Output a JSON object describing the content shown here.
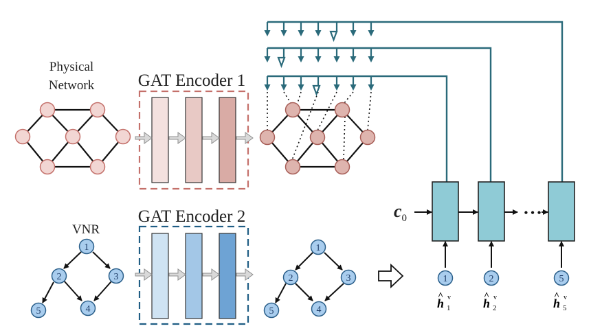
{
  "labels": {
    "physical_line1": "Physical",
    "physical_line2": "Network",
    "vnr": "VNR",
    "encoder1": "GAT Encoder 1",
    "encoder2": "GAT Encoder 2",
    "c0_main": "c",
    "c0_sub": "0",
    "ellipsis": "• • •"
  },
  "vnr_node_labels": [
    "1",
    "2",
    "3",
    "4",
    "5"
  ],
  "decoder_inputs": [
    {
      "node": "1",
      "h": "h",
      "sub": "1",
      "sup": "v"
    },
    {
      "node": "2",
      "h": "h",
      "sub": "2",
      "sup": "v"
    },
    {
      "node": "5",
      "h": "h",
      "sub": "5",
      "sup": "v"
    }
  ],
  "colors": {
    "physical_node": "#f2d6d3",
    "physical_node_dark": "#deb4ae",
    "physical_border": "#c4706a",
    "vnr_node": "#a9cdee",
    "vnr_border": "#2b5f8a",
    "pointer_lines": "#2a6a7a",
    "decoder_cell": "#8fcbd6",
    "enc1_layers": [
      "#f4e1df",
      "#e8c9c5",
      "#d9aba5"
    ],
    "enc2_layers": [
      "#cfe3f3",
      "#a3c7e7",
      "#6ea3d4"
    ],
    "enc1_dash": "#c4706a",
    "enc2_dash": "#1f5d84"
  }
}
